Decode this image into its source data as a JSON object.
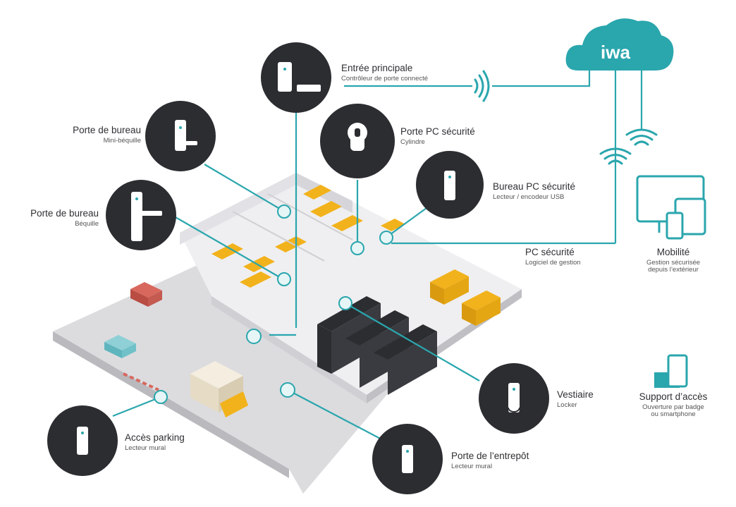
{
  "cloud": {
    "logo_text": "iwa"
  },
  "colors": {
    "teal": "#2aa6ad",
    "node_dark": "#2c2d31",
    "ground": "#dcdcdf",
    "floor": "#efeff1",
    "accent_orange": "#f2b21b"
  },
  "nodes": {
    "entree": {
      "title": "Entrée principale",
      "subtitle": "Contrôleur de porte connecté",
      "icon": "reader-and-controller-icon"
    },
    "bureau_mini": {
      "title": "Porte de bureau",
      "subtitle": "Mini-béquille",
      "icon": "mini-handle-lock-icon"
    },
    "pc_cyl": {
      "title": "Porte PC sécurité",
      "subtitle": "Cylindre",
      "icon": "cylinder-lock-icon"
    },
    "bureau_pc": {
      "title": "Bureau PC sécurité",
      "subtitle": "Lecteur / encodeur USB",
      "icon": "usb-encoder-icon"
    },
    "bureau_bequille": {
      "title": "Porte de bureau",
      "subtitle": "Béquille",
      "icon": "handle-lock-icon"
    },
    "vestiaire": {
      "title": "Vestiaire",
      "subtitle": "Locker",
      "icon": "locker-lock-icon"
    },
    "parking": {
      "title": "Accès parking",
      "subtitle": "Lecteur mural",
      "icon": "wall-reader-icon"
    },
    "entrepot": {
      "title": "Porte de l’entrepôt",
      "subtitle": "Lecteur mural",
      "icon": "wall-reader-icon"
    }
  },
  "pc_securite": {
    "title": "PC sécurité",
    "subtitle": "Logiciel de gestion"
  },
  "mobilite": {
    "title": "Mobilité",
    "subtitle1": "Gestion sécurisée",
    "subtitle2": "depuis l’extérieur"
  },
  "support": {
    "title": "Support d’accès",
    "subtitle1": "Ouverture par badge",
    "subtitle2": "ou smartphone"
  }
}
